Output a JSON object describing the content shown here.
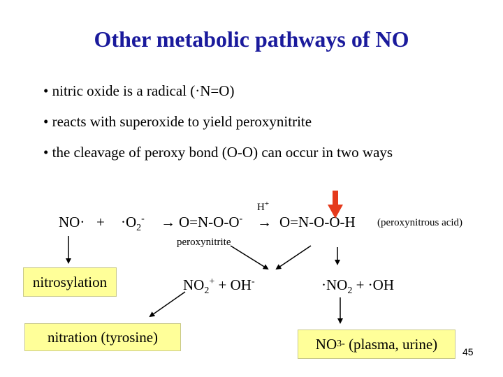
{
  "title": "Other metabolic pathways of NO",
  "bullets": [
    "nitric oxide is a radical (·N=O)",
    "reacts with superoxide to yield peroxynitrite",
    "the cleavage of peroxy bond (O-O) can occur in two ways"
  ],
  "bullet_symbol": "•",
  "reaction": {
    "reactant1": "NO·",
    "plus": "+",
    "reactant2_pre": "·O",
    "reactant2_sub": "2",
    "reactant2_sup": "-",
    "arrow": "→",
    "intermediate": "O=N-O-O",
    "intermediate_sup": "-",
    "catalyst": "H",
    "catalyst_sup": "+",
    "product": "O=N-O-O-H",
    "product_note": "(peroxynitrous acid)",
    "intermediate_label": "peroxynitrite"
  },
  "nitrosylation_box": "nitrosylation",
  "nitration_box": "nitration (tyrosine)",
  "nitronium": {
    "pre": "NO",
    "sub": "2",
    "sup": "+",
    "rest": " + OH",
    "rest_sup": "-"
  },
  "radicals": {
    "pre": "·NO",
    "sub": "2",
    "rest": " + ·OH"
  },
  "nitrate_box": {
    "pre": "NO",
    "sub": "3",
    "sup": "-",
    "rest": " (plasma, urine)"
  },
  "page_number": "45",
  "colors": {
    "title": "#1a1a9c",
    "box_fill": "#ffff99",
    "highlight_arrow": "#e53a1c"
  }
}
